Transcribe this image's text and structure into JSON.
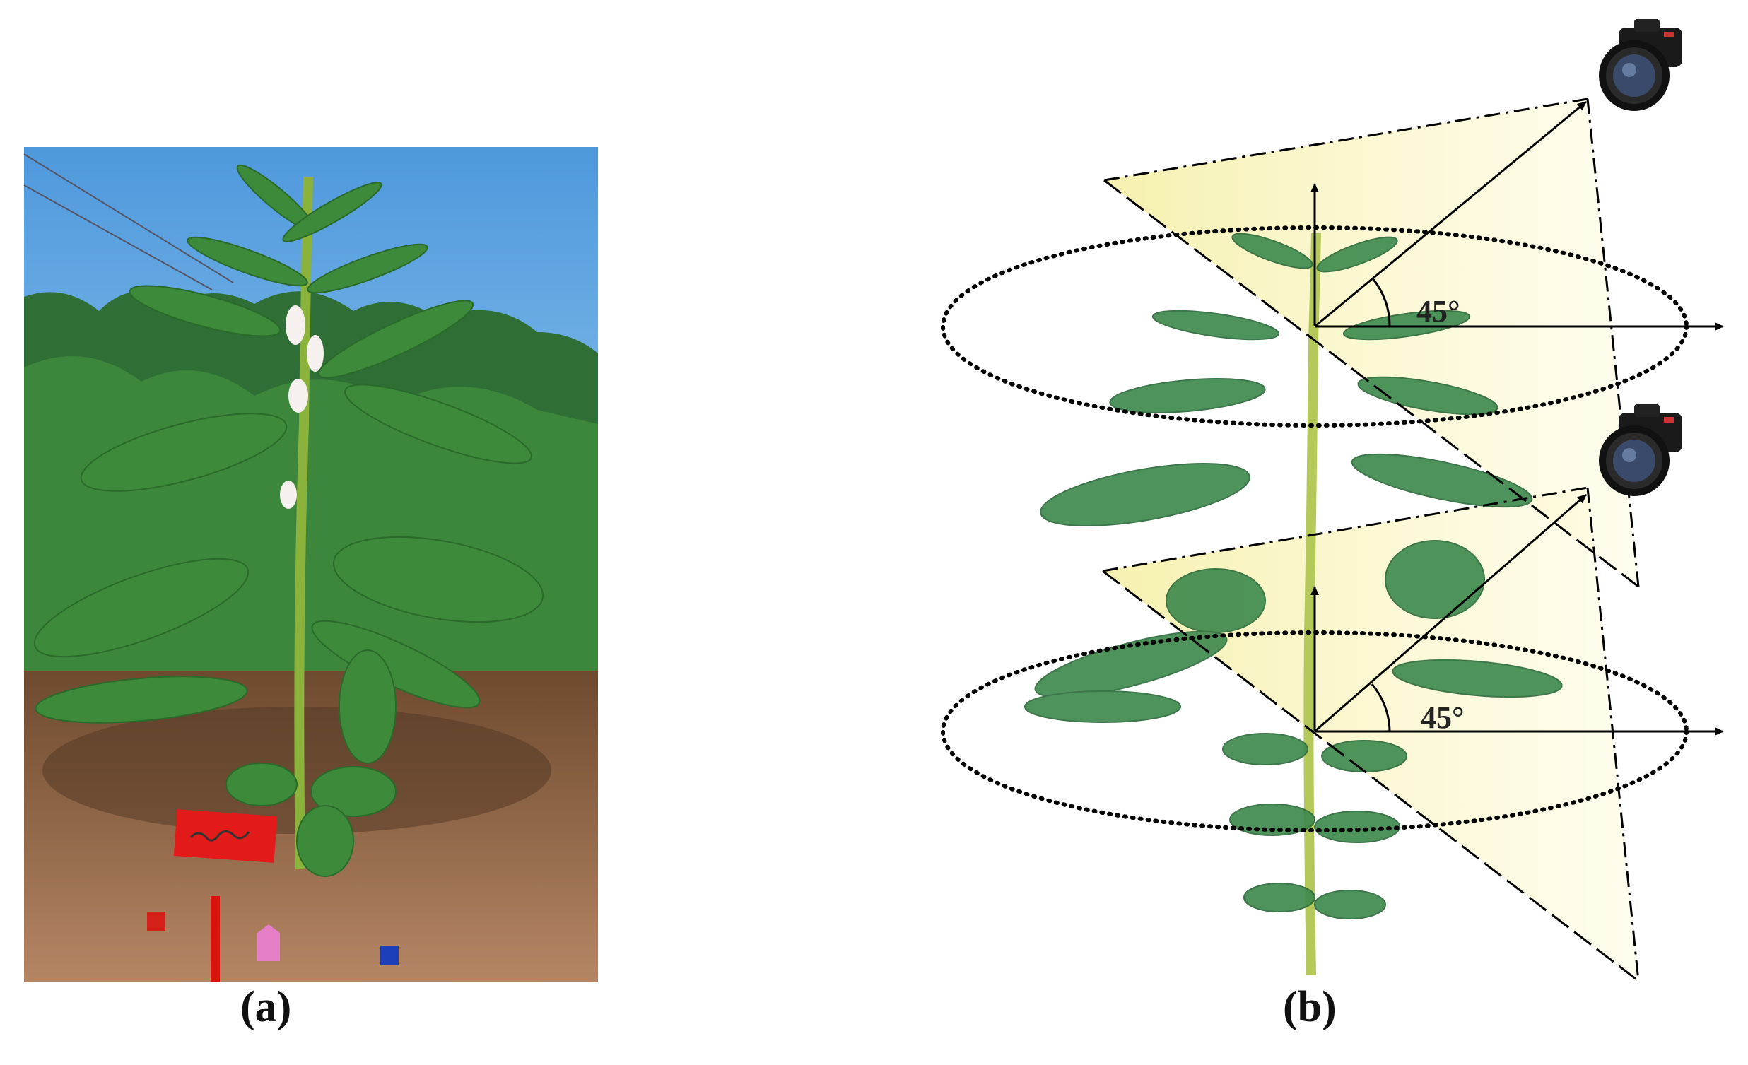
{
  "panels": {
    "a": {
      "label": "(a)"
    },
    "b": {
      "label": "(b)"
    }
  },
  "angles": {
    "upper": "45°",
    "lower": "45°"
  },
  "icons": {
    "camera": "camera-icon"
  },
  "colors": {
    "sky": "#6fb3e8",
    "soil": "#8a5a3c",
    "leaf": "#3f8a3a",
    "tag": "#e31a1a",
    "cone": "#fbf6c9"
  }
}
